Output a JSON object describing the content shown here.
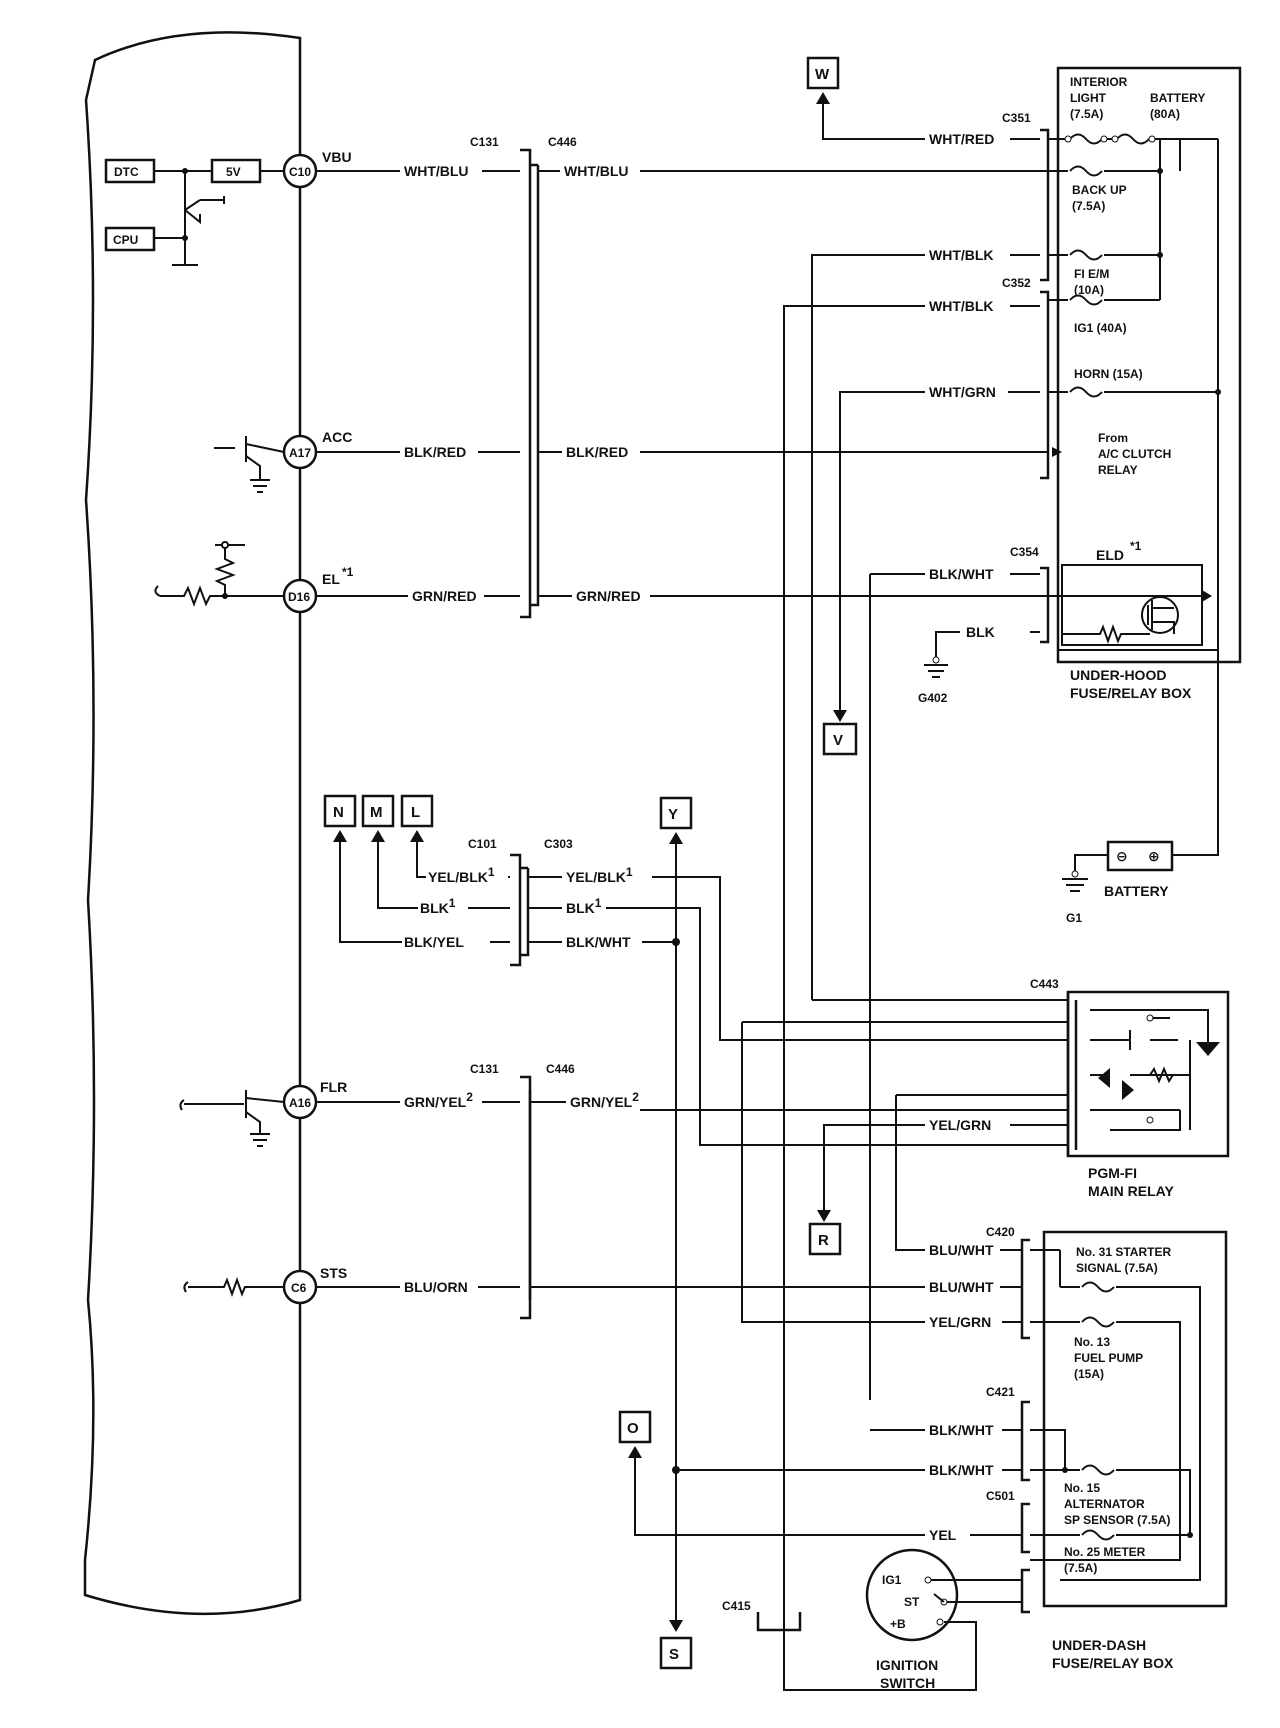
{
  "ecm_pins": [
    {
      "id": "C10",
      "signal": "VBU"
    },
    {
      "id": "A17",
      "signal": "ACC"
    },
    {
      "id": "D16",
      "signal": "EL",
      "sup": "*1"
    },
    {
      "id": "A16",
      "signal": "FLR"
    },
    {
      "id": "C6",
      "signal": "STS"
    }
  ],
  "ecm_internal": {
    "dtc": "DTC",
    "five_v": "5V",
    "cpu": "CPU"
  },
  "connectors": {
    "c131": "C131",
    "c446": "C446",
    "c101": "C101",
    "c303": "C303",
    "c351": "C351",
    "c352": "C352",
    "c354": "C354",
    "c443": "C443",
    "c420": "C420",
    "c421": "C421",
    "c501": "C501",
    "c415": "C415"
  },
  "wires": {
    "vbu_left": "WHT/BLU",
    "vbu_right": "WHT/BLU",
    "acc_left": "BLK/RED",
    "acc_right": "BLK/RED",
    "el_left": "GRN/RED",
    "el_right": "GRN/RED",
    "flr_left": "GRN/YEL",
    "flr_left_sup": "2",
    "flr_right": "GRN/YEL",
    "flr_right_sup": "2",
    "sts_left": "BLU/ORN",
    "w_wire": "WHT/RED",
    "fi_wire": "WHT/BLK",
    "ig1_wire": "WHT/BLK",
    "horn_wire": "WHT/GRN",
    "elo_wire": "BLK/WHT",
    "gnd_wire": "BLK",
    "c101_l_1": "YEL/BLK",
    "c101_l_1_sup": "1",
    "c101_l_2": "BLK",
    "c101_l_2_sup": "1",
    "c101_l_3": "BLK/YEL",
    "c303_r_1": "YEL/BLK",
    "c303_r_1_sup": "1",
    "c303_r_2": "BLK",
    "c303_r_2_sup": "1",
    "c303_r_3": "BLK/WHT",
    "relay_yelgrn": "YEL/GRN",
    "c420_1": "BLU/WHT",
    "c420_2": "BLU/WHT",
    "c420_3": "YEL/GRN",
    "c421_1": "BLK/WHT",
    "c421_2": "BLK/WHT",
    "c501": "YEL"
  },
  "tags": {
    "w": "W",
    "v": "V",
    "n": "N",
    "m": "M",
    "l": "L",
    "y": "Y",
    "r": "R",
    "o": "O",
    "s": "S"
  },
  "underhood": {
    "interior_1": "INTERIOR",
    "interior_2": "LIGHT",
    "interior_3": "(7.5A)",
    "battery_1": "BATTERY",
    "battery_2": "(80A)",
    "backup_1": "BACK UP",
    "backup_2": "(7.5A)",
    "fi_1": "FI E/M",
    "fi_2": "(10A)",
    "ig1": "IG1 (40A)",
    "horn": "HORN (15A)",
    "from_1": "From",
    "from_2": "A/C CLUTCH",
    "from_3": "RELAY",
    "elo": "ELD",
    "elo_sup": "*1",
    "title_1": "UNDER-HOOD",
    "title_2": "FUSE/RELAY BOX"
  },
  "ground": {
    "g402": "G402",
    "g1": "G1"
  },
  "battery_label": "BATTERY",
  "main_relay": {
    "title_1": "PGM-FI",
    "title_2": "MAIN RELAY"
  },
  "underdash": {
    "f31_1": "No. 31 STARTER",
    "f31_2": "SIGNAL (7.5A)",
    "f13_1": "No. 13",
    "f13_2": "FUEL PUMP",
    "f13_3": "(15A)",
    "f15_1": "No. 15",
    "f15_2": "ALTERNATOR",
    "f15_3": "SP SENSOR (7.5A)",
    "f25_1": "No. 25 METER",
    "f25_2": "(7.5A)",
    "title_1": "UNDER-DASH",
    "title_2": "FUSE/RELAY BOX"
  },
  "ignition": {
    "ig1": "IG1",
    "st": "ST",
    "b": "+B",
    "title_1": "IGNITION",
    "title_2": "SWITCH"
  }
}
